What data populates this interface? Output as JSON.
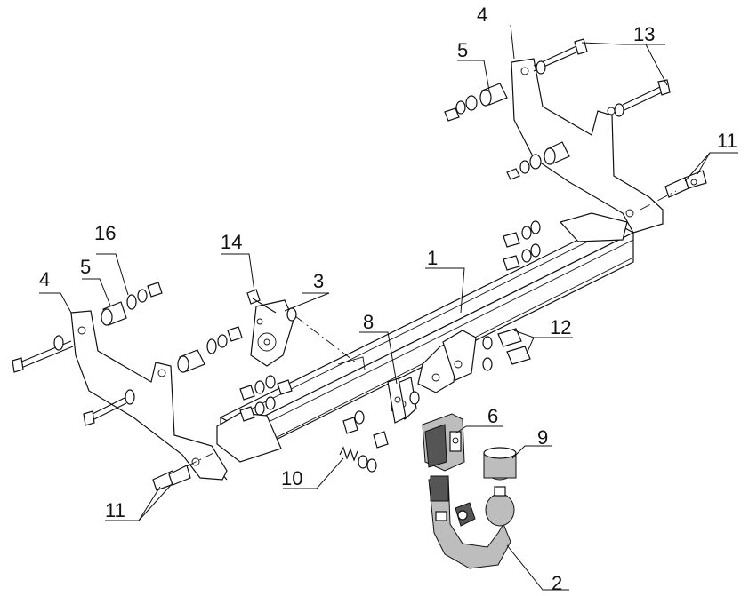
{
  "callouts": {
    "c1": "1",
    "c2": "2",
    "c3": "3",
    "c4_top": "4",
    "c4_left": "4",
    "c5_top": "5",
    "c5_left": "5",
    "c6": "6",
    "c8": "8",
    "c9": "9",
    "c10": "10",
    "c11_right": "11",
    "c11_left": "11",
    "c12": "12",
    "c13": "13",
    "c14": "14",
    "c16": "16"
  },
  "colors": {
    "line": "#111111",
    "fill": "#ffffff",
    "shade": "#bdbdbd"
  }
}
